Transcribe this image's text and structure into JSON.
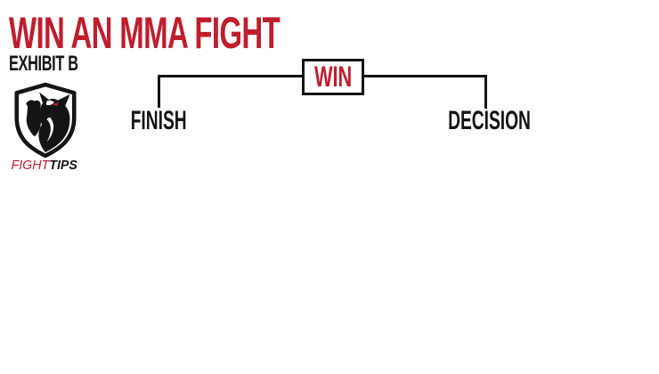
{
  "title": {
    "text": "WIN AN MMA FIGHT",
    "exhibit_label": "EXHIBIT B"
  },
  "logo": {
    "icon": "fighttips-wolf-shield-icon",
    "wordmark_fight": "FIGHT",
    "wordmark_tips": "TIPS"
  },
  "bracket": {
    "root_label": "WIN",
    "branches": [
      {
        "label": "FINISH"
      },
      {
        "label": "DECISION"
      }
    ]
  },
  "colors": {
    "accent_red": "#BE1E2D",
    "ink": "#141414",
    "background": "#FFFFFF"
  }
}
